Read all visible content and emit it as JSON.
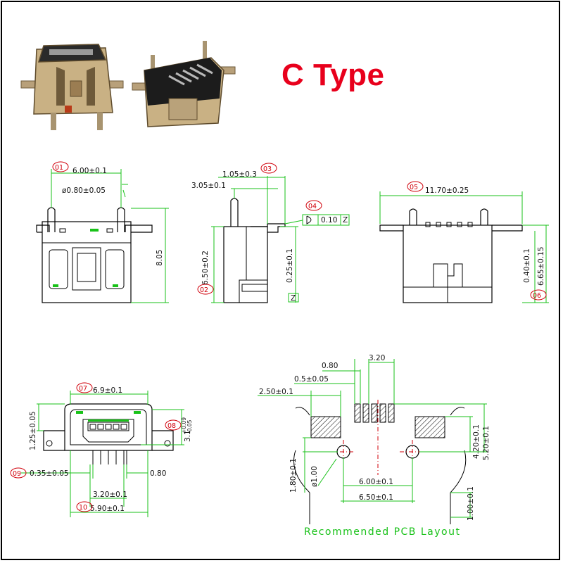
{
  "title": "C Type",
  "caption": "Recommended PCB Layout",
  "refs": [
    "01",
    "02",
    "03",
    "04",
    "05",
    "06",
    "07",
    "08",
    "09",
    "10"
  ],
  "dims": {
    "d_width_pins": "6.00±0.1",
    "d_pin_dia": "ø0.80±0.05",
    "d_height_total": "8.05",
    "d_side_105": "1.05±0.3",
    "d_side_305": "3.05±0.1",
    "d_side_650": "6.50±0.2",
    "d_side_025": "0.25±0.1",
    "d_flat_010": "0.10",
    "d_datum": "Z",
    "d_back_1170": "11.70±0.25",
    "d_back_040": "0.40±0.1",
    "d_back_665": "6.65±0.15",
    "d_front_69": "6.9±0.1",
    "d_front_125": "1.25±0.05",
    "d_front_31": "3.1",
    "d_front_31_tol_up": "+0.09",
    "d_front_31_tol_dn": "-0.05",
    "d_front_035": "0.35±0.05",
    "d_front_080": "0.80",
    "d_front_320": "3.20±0.1",
    "d_front_590": "5.90±0.1",
    "d_pcb_320": "3.20",
    "d_pcb_080": "0.80",
    "d_pcb_05": "0.5±0.05",
    "d_pcb_250": "2.50±0.1",
    "d_pcb_180": "1.80±0.1",
    "d_pcb_hole": "ø1.00",
    "d_pcb_600": "6.00±0.1",
    "d_pcb_650": "6.50±0.1",
    "d_pcb_420": "4.20±0.1",
    "d_pcb_520": "5.20±0.1",
    "d_pcb_100": "1.00±0.1"
  }
}
